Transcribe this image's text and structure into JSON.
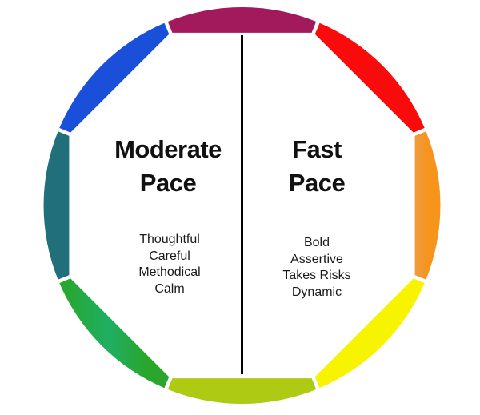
{
  "wheel": {
    "divider_color": "#000000",
    "background_color": "#ffffff",
    "segments": [
      {
        "name": "top-magenta",
        "color": "#A21A5C"
      },
      {
        "name": "topright-red",
        "color": "#F90B0B"
      },
      {
        "name": "right-orange",
        "color": "#F5941F",
        "stops": [
          [
            "0",
            "#F09C3E"
          ],
          [
            "0.55",
            "#F6941C"
          ],
          [
            "1",
            "#F6941C"
          ]
        ]
      },
      {
        "name": "bottomright-yellow",
        "color": "#F8F400"
      },
      {
        "name": "bottom-yellowgreen",
        "color": "#AFCA12"
      },
      {
        "name": "bottomleft-green",
        "color": "#29A62B",
        "stops": [
          [
            "0",
            "#29A62B"
          ],
          [
            "0.45",
            "#1FAE63"
          ],
          [
            "0.8",
            "#29A62B"
          ]
        ]
      },
      {
        "name": "left-teal",
        "color": "#206F7B"
      },
      {
        "name": "topleft-blue",
        "color": "#1A4FD9"
      }
    ]
  },
  "left_half": {
    "title_line1": "Moderate",
    "title_line2": "Pace",
    "traits": [
      "Thoughtful",
      "Careful",
      "Methodical",
      "Calm"
    ]
  },
  "right_half": {
    "title_line1": "Fast",
    "title_line2": "Pace",
    "traits": [
      "Bold",
      "Assertive",
      "Takes Risks",
      "Dynamic"
    ]
  }
}
